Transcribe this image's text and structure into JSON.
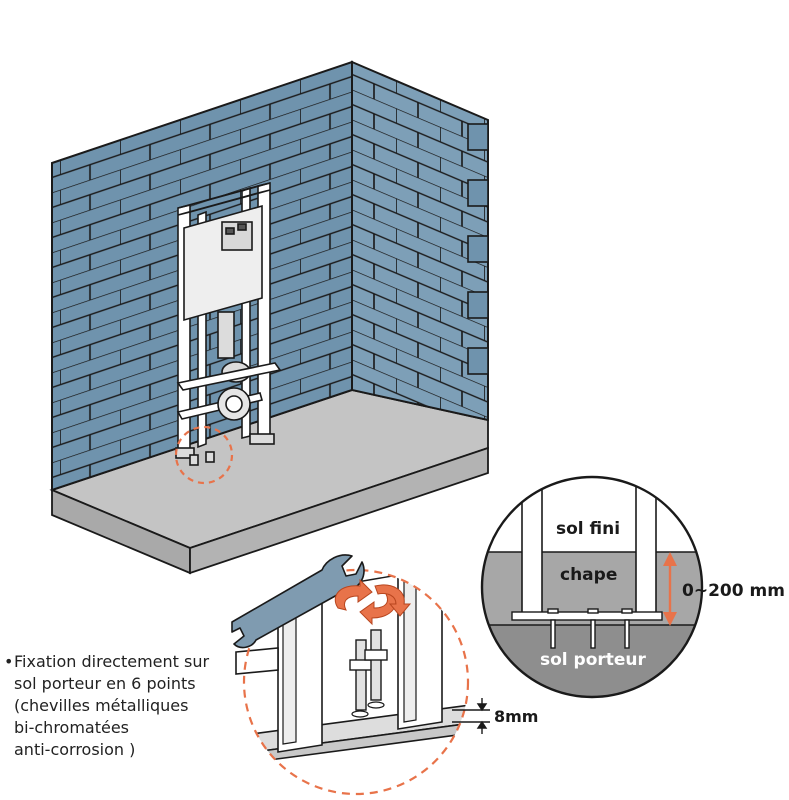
{
  "detail_labels": {
    "sol_fini": "sol fini",
    "chape": "chape",
    "height_range": "0~200 mm",
    "sol_porteur": "sol porteur",
    "plate_thickness": "8mm"
  },
  "note": {
    "bullet": "•",
    "lines": [
      "Fixation directement sur",
      "sol porteur en 6 points",
      "(chevilles métalliques",
      "bi-chromatées",
      "anti-corrosion )"
    ]
  },
  "colors": {
    "brick": "#6f93ad",
    "brick_outline": "#1a1a1a",
    "floor_top": "#bdbdbd",
    "floor_side": "#a9a9a9",
    "accent_orange": "#e8734a",
    "wrench": "#7f9bb0",
    "chape": "#a7a7a7",
    "sol_porteur": "#8e8e8e",
    "sol_fini": "#ffffff"
  },
  "icons": [
    "wrench-icon",
    "rotate-arrows-icon",
    "dimension-arrow-icon"
  ]
}
